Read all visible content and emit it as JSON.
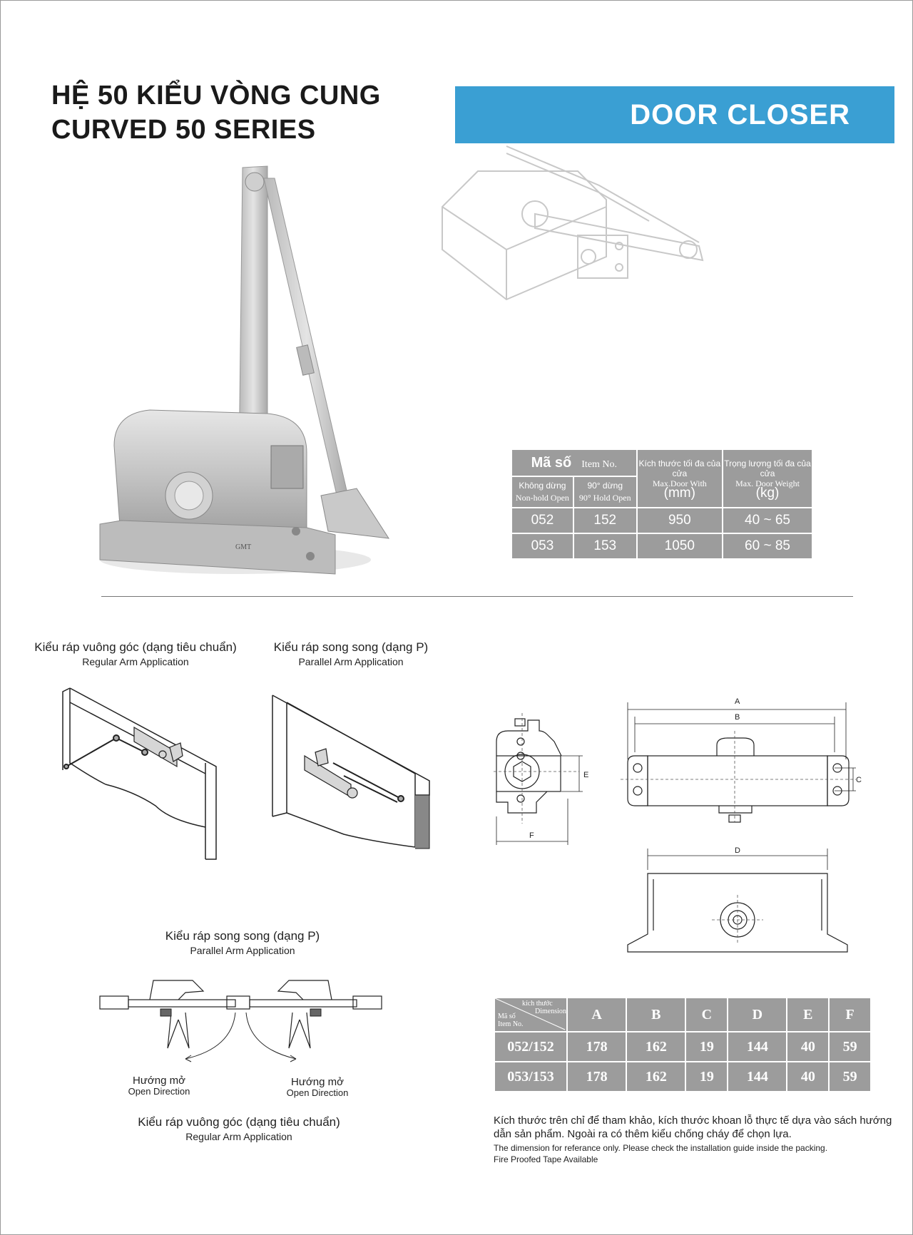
{
  "header": {
    "title_vn": "HỆ 50 KIỂU VÒNG CUNG",
    "title_en": "CURVED 50 SERIES",
    "banner": "DOOR CLOSER"
  },
  "product": {
    "brand": "GMT"
  },
  "spec_table": {
    "item_vn": "Mã số",
    "item_en": "Item No.",
    "nonhold_vn": "Không dừng",
    "nonhold_en": "Non-hold Open",
    "hold_vn": "90° dừng",
    "hold_en": "90° Hold Open",
    "width_vn": "Kích thước tối đa của cửa",
    "width_en": "Max.Door With",
    "width_unit": "(mm)",
    "weight_vn": "Trọng lượng tối đa của cửa",
    "weight_en": "Max. Door Weight",
    "weight_unit": "(kg)",
    "rows": [
      {
        "nonhold": "052",
        "hold": "152",
        "width": "950",
        "weight": "40 ~ 65"
      },
      {
        "nonhold": "053",
        "hold": "153",
        "width": "1050",
        "weight": "60 ~ 85"
      }
    ]
  },
  "applications": {
    "regular_vn": "Kiểu ráp vuông góc (dạng tiêu chuẩn)",
    "regular_en": "Regular Arm Application",
    "parallel_vn": "Kiểu ráp song song (dạng P)",
    "parallel_en": "Parallel Arm Application",
    "parallel2_vn": "Kiểu ráp song song (dạng P)",
    "parallel2_en": "Parallel Arm Application",
    "regular2_vn": "Kiểu ráp vuông góc (dạng tiêu chuẩn)",
    "regular2_en": "Regular Arm Application",
    "open_left_vn": "Hướng mở",
    "open_left_en": "Open Direction",
    "open_right_vn": "Hướng mở",
    "open_right_en": "Open Direction"
  },
  "dimension_labels": {
    "A": "A",
    "B": "B",
    "C": "C",
    "D": "D",
    "E": "E",
    "F": "F"
  },
  "dim_table": {
    "corner_dim": "kích thước",
    "corner_dim_en": "Dimension",
    "corner_item": "Mã số",
    "corner_item_en": "Item No.",
    "headers": [
      "A",
      "B",
      "C",
      "D",
      "E",
      "F"
    ],
    "rows": [
      {
        "item": "052/152",
        "values": [
          "178",
          "162",
          "19",
          "144",
          "40",
          "59"
        ]
      },
      {
        "item": "053/153",
        "values": [
          "178",
          "162",
          "19",
          "144",
          "40",
          "59"
        ]
      }
    ]
  },
  "notes": {
    "vn": "Kích thước trên chỉ để tham khảo, kích thước khoan lỗ thực tế dựa vào sách hướng dẫn sản phẩm. Ngoài ra có thêm kiểu chống cháy để chọn lựa.",
    "en1": "The dimension for referance only. Please check the installation guide inside the packing.",
    "en2": "Fire Proofed Tape Available"
  }
}
